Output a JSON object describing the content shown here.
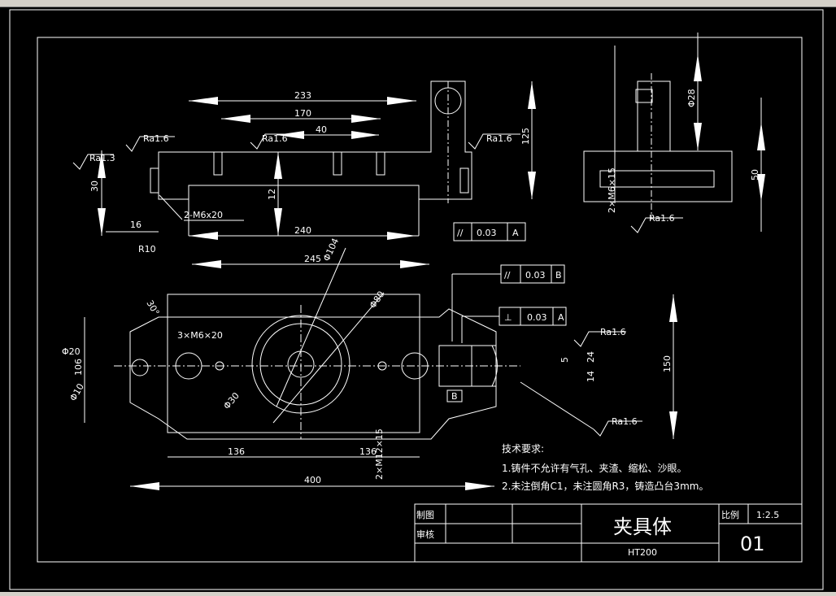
{
  "drawing": {
    "top_view_dims": {
      "d233": "233",
      "d170": "170",
      "d40": "40",
      "d125": "125",
      "d30": "30",
      "d12": "12",
      "d16": "16",
      "d240": "240"
    },
    "top_view_labels": {
      "ra1": "Ra1.6",
      "ra2": "Ra1.6",
      "ra3": "Ra1.6",
      "ra4": "Ra1.3",
      "hole_note": "2-M6x20"
    },
    "tolerance_top": {
      "symbol": "//",
      "value": "0.03",
      "datum": "A"
    },
    "side_view": {
      "d28": "Φ28",
      "d50": "50",
      "hole": "2×M6×15",
      "ra": "Ra1.6"
    },
    "front_view_dims": {
      "d245": "245",
      "d104": "Φ104",
      "d80": "Φ80",
      "r10": "R10",
      "a30": "30°",
      "holes": "3×M6×20",
      "d20": "Φ20",
      "d106": "106",
      "d10": "Φ10",
      "d30": "Φ30",
      "d136a": "136",
      "d136b": "136",
      "hole2": "2×M12×15",
      "d400": "400",
      "d150": "150",
      "d5": "5",
      "d24": "24",
      "d14": "14",
      "ra1": "Ra1.6",
      "ra2": "Ra1.6",
      "datum_b": "B"
    },
    "tolerance_b": {
      "symbol": "//",
      "value": "0.03",
      "datum": "B"
    },
    "tolerance_a": {
      "symbol": "⊥",
      "value": "0.03",
      "datum": "A"
    }
  },
  "notes": {
    "heading": "技术要求:",
    "line1": "1.铸件不允许有气孔、夹渣、缩松、沙眼。",
    "line2": "2.未注倒角C1，未注圆角R3，铸造凸台3mm。"
  },
  "title_block": {
    "drawn_label": "制图",
    "checked_label": "审核",
    "part_name": "夹具体",
    "material": "HT200",
    "scale_label": "比例",
    "scale_value": "1:2.5",
    "sheet_no": "01"
  }
}
